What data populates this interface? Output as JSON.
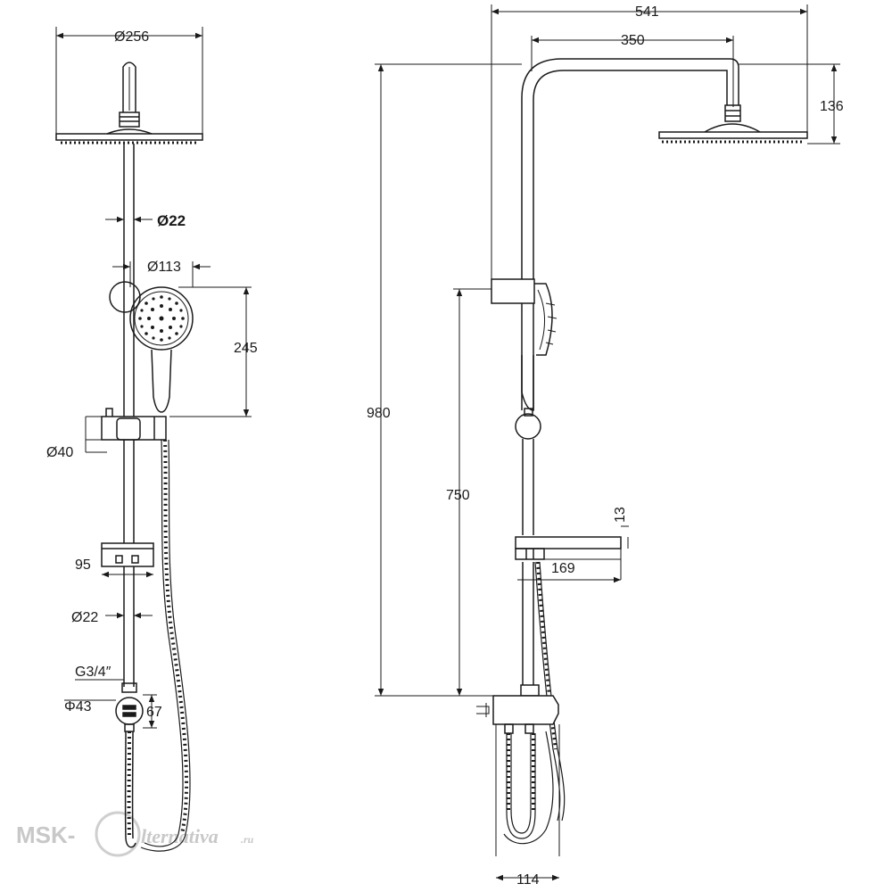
{
  "left_view": {
    "rain_head_diameter": "Ø256",
    "pipe_diameter_top": "Ø22",
    "hand_shower_diameter": "Ø113",
    "hand_shower_height": "245",
    "slider_diameter": "Ø40",
    "shelf_width": "95",
    "pipe_diameter_bottom": "Ø22",
    "thread_size": "G3/4″",
    "diverter_diameter": "Φ43",
    "diverter_height": "67"
  },
  "right_view": {
    "total_projection": "541",
    "arm_reach": "350",
    "head_drop": "136",
    "total_height": "980",
    "slider_height": "750",
    "shelf_thickness": "13",
    "shelf_depth": "169",
    "mixer_width": "114"
  },
  "watermark": {
    "prefix": "MSK-",
    "suffix": "lternativa",
    "tld": ".ru"
  }
}
